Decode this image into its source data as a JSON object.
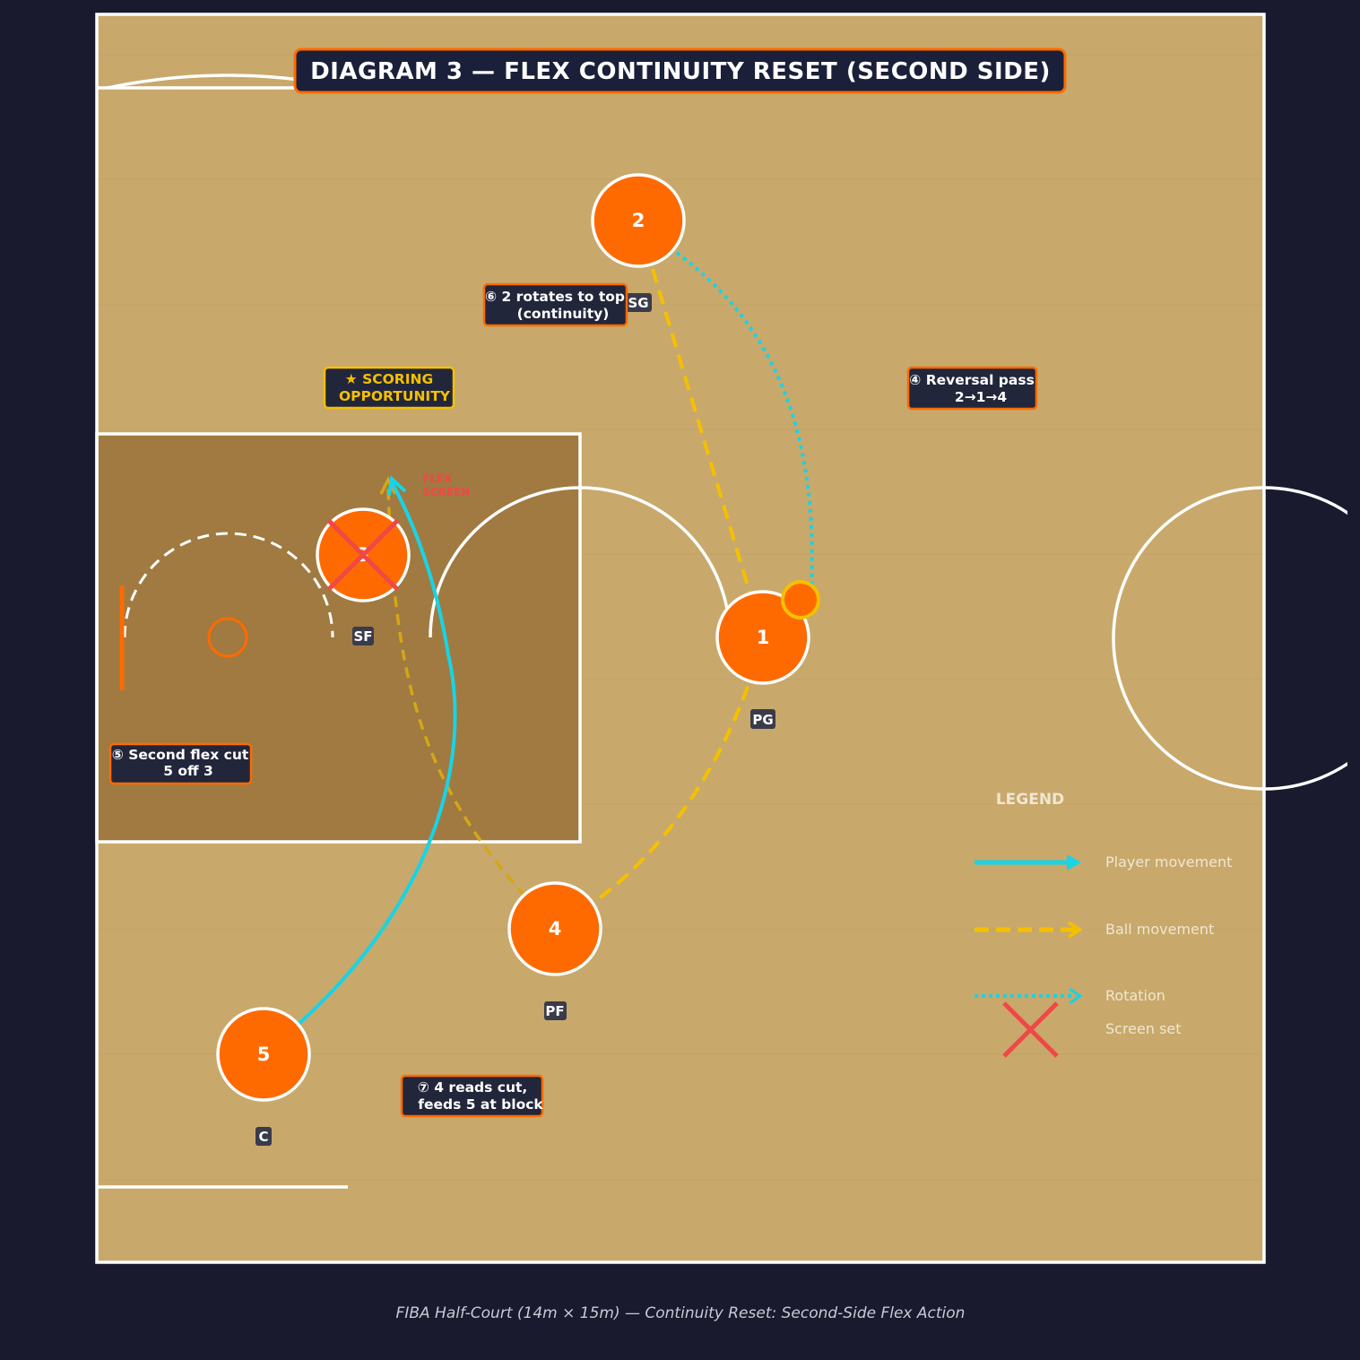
{
  "title": "DIAGRAM 3 — FLEX CONTINUITY RESET (SECOND SIDE)",
  "caption": "FIBA Half-Court (14m × 15m) — Continuity Reset: Second-Side Flex Action",
  "colors": {
    "background": "#1a1a2e",
    "court": "#c8a96b",
    "paint": "#a07a40",
    "lines": "#ffffff",
    "player": "#ff6a00",
    "accent_orange": "#ff6a00",
    "player_movement": "#19d3e6",
    "ball_movement": "#f5c000",
    "screen": "#f04747",
    "label_bg": "#22263a"
  },
  "players": [
    {
      "number": "1",
      "position": "PG",
      "has_ball": true
    },
    {
      "number": "2",
      "position": "SG"
    },
    {
      "number": "3",
      "position": "SF",
      "screen_set": true
    },
    {
      "number": "4",
      "position": "PF"
    },
    {
      "number": "5",
      "position": "C"
    }
  ],
  "annotations": {
    "reversal": {
      "line1": "④ Reversal pass",
      "line2": "2→1→4"
    },
    "second_cut": {
      "line1": "⑤ Second flex cut",
      "line2": "5 off 3"
    },
    "rotation": {
      "line1": "⑥ 2 rotates to top",
      "line2": "(continuity)"
    },
    "feed": {
      "line1": "⑦ 4 reads cut,",
      "line2": "feeds 5 at block"
    },
    "scoring": {
      "line1": "★ SCORING",
      "line2": "OPPORTUNITY"
    },
    "flex_screen": {
      "line1": "FLEX",
      "line2": "SCREEN"
    }
  },
  "legend": {
    "title": "LEGEND",
    "items": [
      {
        "label": "Player movement",
        "style": "solid-arrow"
      },
      {
        "label": "Ball movement",
        "style": "dashed-arrow"
      },
      {
        "label": "Rotation",
        "style": "dotted-arrow"
      },
      {
        "label": "Screen set",
        "style": "x-mark"
      }
    ]
  }
}
